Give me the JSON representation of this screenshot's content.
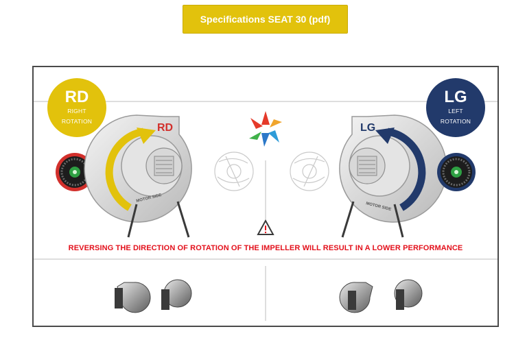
{
  "header": {
    "spec_button_label": "Specifications SEAT 30 (pdf)"
  },
  "badges": {
    "rd": {
      "code": "RD",
      "line1": "RIGHT",
      "line2": "ROTATION"
    },
    "lg": {
      "code": "LG",
      "line1": "LEFT",
      "line2": "ROTATION"
    }
  },
  "fans": {
    "rd_label": "RD",
    "lg_label": "LG",
    "motor_side_label": "MOTOR SIDE"
  },
  "warning": {
    "text": "REVERSING THE DIRECTION OF ROTATION OF THE IMPELLER WILL RESULT IN A LOWER PERFORMANCE"
  },
  "colors": {
    "accent_yellow": "#e2c20c",
    "accent_blue": "#223a6b",
    "warning_red": "#e3101b"
  },
  "icons": [
    "rotation-arrow-icon",
    "logo-star-icon",
    "warning-triangle-icon",
    "impeller-icon",
    "fan-thumbnail-icon"
  ]
}
